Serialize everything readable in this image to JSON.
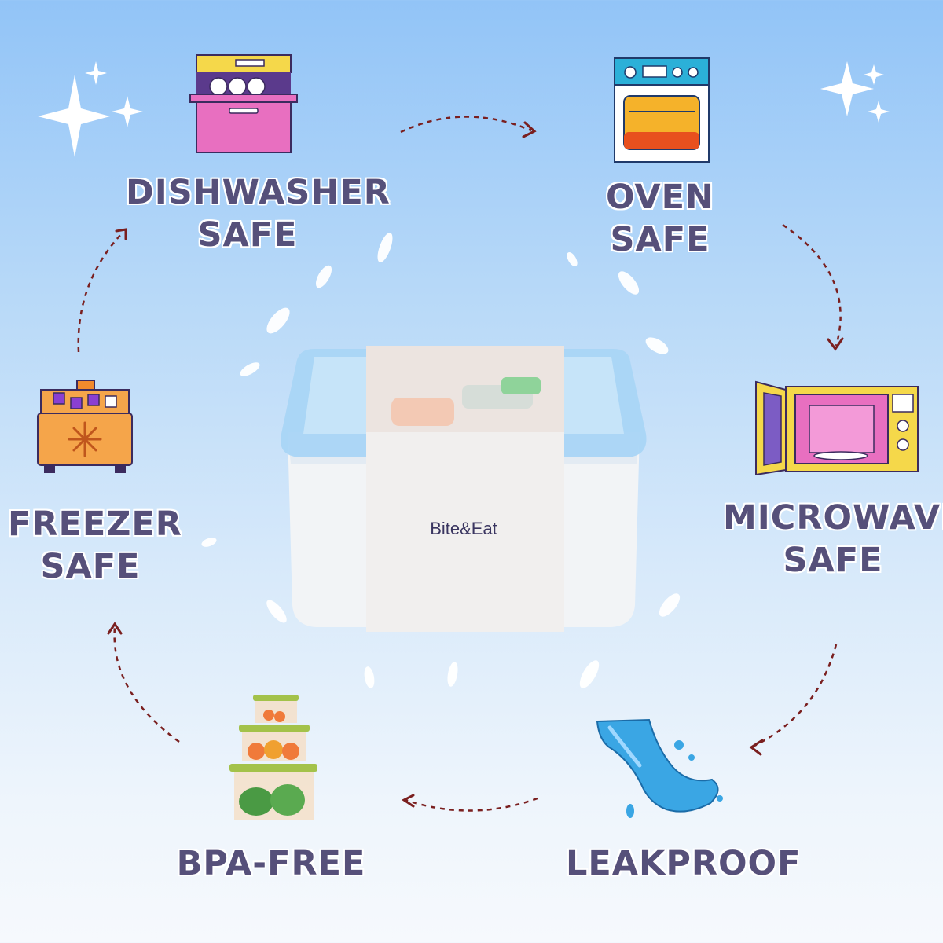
{
  "features": {
    "dishwasher": {
      "line1": "DISHWASHER",
      "line2": "SAFE",
      "icon": "dishwasher-icon"
    },
    "oven": {
      "line1": "OVEN SAFE",
      "icon": "oven-icon"
    },
    "microwave": {
      "line1": "MICROWAVE",
      "line2": "SAFE",
      "icon": "microwave-icon"
    },
    "leakproof": {
      "line1": "LEAKPROOF",
      "icon": "water-splash-icon"
    },
    "bpa_free": {
      "line1": "BPA-FREE",
      "icon": "stacked-containers-icon"
    },
    "freezer": {
      "line1": "FREEZER",
      "line2": "SAFE",
      "icon": "freezer-icon"
    }
  },
  "product": {
    "brand": "Bite&Eat"
  },
  "colors": {
    "label": "#56507a",
    "arrow": "#7a1f1f",
    "lid": "#a9d5f5",
    "accent_pink": "#e86fc0",
    "accent_yellow": "#f5d84a"
  }
}
